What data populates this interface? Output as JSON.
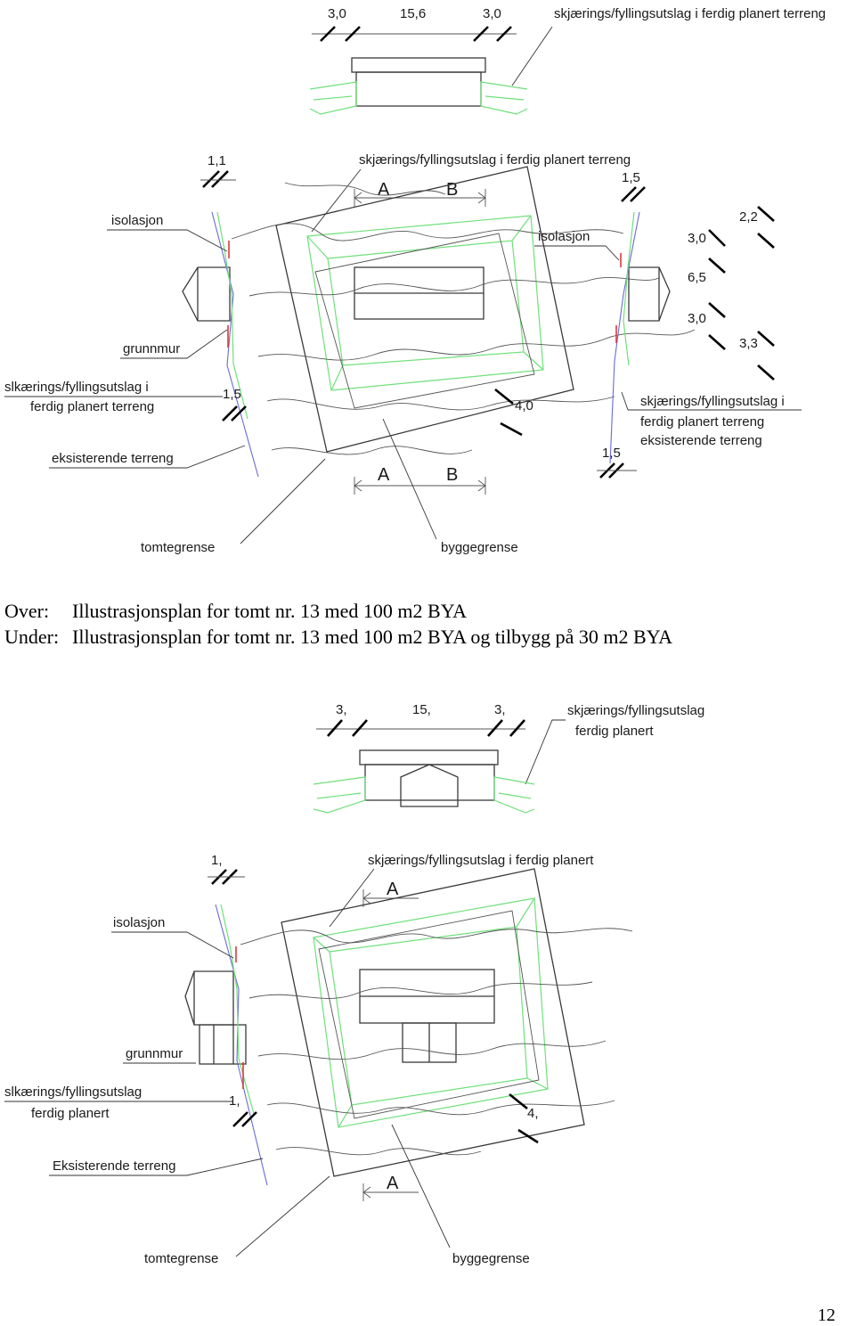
{
  "top_plan": {
    "dims_top": [
      "3,0",
      "15,6",
      "3,0"
    ],
    "note_top": "skjærings/fyllingsutslag i ferdig planert terreng",
    "dim_left": "1,1",
    "note_mid": "skjærings/fyllingsutslag i ferdig planert terreng",
    "dim_right_top": "1,5",
    "section_a": "A",
    "section_b": "B",
    "isolasjon_left": "isolasjon",
    "isolasjon_right": "isolasjon",
    "right_dims": [
      "3,0",
      "2,2",
      "6,5",
      "3,0",
      "3,3"
    ],
    "grunnmur": "grunnmur",
    "left_note_line1": "slkærings/fyllingsutslag i",
    "left_note_line2": "ferdig planert terreng",
    "dim_left_low": "1,5",
    "dim_center": "4,0",
    "right_note_line1": "skjærings/fyllingsutslag i",
    "right_note_line2": "ferdig planert terreng",
    "right_note_line3": "eksisterende terreng",
    "dim_right_low": "1,5",
    "eksisterende": "eksisterende terreng",
    "tomtegrense": "tomtegrense",
    "byggegrense": "byggegrense"
  },
  "caption": {
    "over_key": "Over:",
    "over_text": "Illustrasjonsplan for tomt nr. 13 med 100 m2 BYA",
    "under_key": "Under:",
    "under_text": "Illustrasjonsplan for tomt nr. 13 med 100 m2 BYA og tilbygg på 30 m2 BYA"
  },
  "bottom_plan": {
    "dims_top": [
      "3,",
      "15,",
      "3,"
    ],
    "note_top_line1": "skjærings/fyllingsutslag",
    "note_top_line2": "ferdig planert",
    "dim_left": "1,",
    "note_mid": "skjærings/fyllingsutslag i ferdig planert",
    "section_a": "A",
    "isolasjon": "isolasjon",
    "grunnmur": "grunnmur",
    "left_note_line1": "slkærings/fyllingsutslag",
    "left_note_line2": "ferdig planert",
    "dim_left_low": "1,",
    "dim_center": "4,",
    "eksisterende": "Eksisterende terreng",
    "tomtegrense": "tomtegrense",
    "byggegrense": "byggegrense"
  },
  "page_number": "12",
  "colors": {
    "terrain_cut": "#6fe07a",
    "existing_terrain": "#6a6ad8",
    "insulation": "#d83a3a",
    "linework": "#3a3a3a"
  }
}
